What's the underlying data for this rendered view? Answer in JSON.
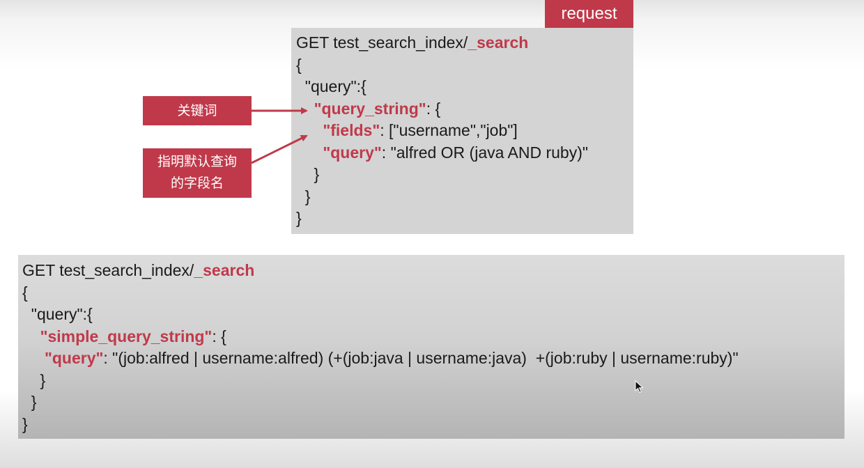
{
  "request_tab": {
    "label": "request"
  },
  "top_code": {
    "line1_prefix": "GET test_search_index/",
    "line1_highlight": "_search",
    "open_brace": "{",
    "query_key": "  \"query\":{",
    "qs_indent": "    ",
    "qs_key": "\"query_string\"",
    "qs_suffix": ": {",
    "fields_indent": "      ",
    "fields_key": "\"fields\"",
    "fields_value": ": [\"username\",\"job\"]",
    "query_indent": "      ",
    "query_key2": "\"query\"",
    "query_value": ": \"alfred OR (java AND ruby)\"",
    "close_inner": "    }",
    "close_query": "  }",
    "close_outer": "}"
  },
  "bottom_code": {
    "line1_prefix": "GET test_search_index/",
    "line1_highlight": "_search",
    "open_brace": "{",
    "query_key": "  \"query\":{",
    "sqs_indent": "    ",
    "sqs_key": "\"simple_query_string\"",
    "sqs_suffix": ": {",
    "query_indent": "     ",
    "query_key2": "\"query\"",
    "query_value": ": \"(job:alfred | username:alfred) (+(job:java | username:java)  +(job:ruby | username:ruby)\"",
    "close_inner": "    }",
    "close_query": "  }",
    "close_outer": "}"
  },
  "annotations": {
    "keyword_label": "关键词",
    "fields_label_line1": "指明默认查询",
    "fields_label_line2": "的字段名"
  },
  "colors": {
    "accent": "#c0394a",
    "panel": "#d4d4d4",
    "text": "#1a1a1a"
  }
}
